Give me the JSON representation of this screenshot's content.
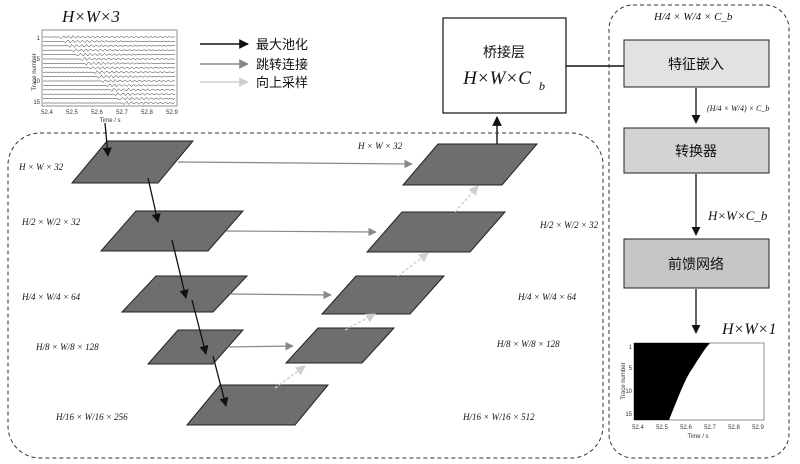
{
  "legend": {
    "max_pool": "最大池化",
    "skip": "跳转连接",
    "upsample": "向上采样"
  },
  "input": {
    "label": "H×W×3",
    "ylabel": "Trace number",
    "xlabel": "Time / s",
    "xticks": [
      "52.4",
      "52.5",
      "52.6",
      "52.7",
      "52.8",
      "52.9"
    ],
    "yticks": [
      "1",
      "5",
      "10",
      "15"
    ]
  },
  "bridge": {
    "title": "桥接层",
    "dims": "H×W×C",
    "sub": "b"
  },
  "right_panel": {
    "top_label": "H/4 × W/4 × C_b",
    "embed": "特征嵌入",
    "embed_out": "(H/4 × W/4) × C_b",
    "transformer": "转换器",
    "transformer_out": "H×W×C_b",
    "ffn": "前馈网络",
    "output_label": "H×W×1"
  },
  "output_plot": {
    "ylabel": "Trace number",
    "xlabel": "Time / s",
    "xticks": [
      "52.4",
      "52.5",
      "52.6",
      "52.7",
      "52.8",
      "52.9"
    ],
    "yticks": [
      "1",
      "5",
      "10",
      "15"
    ]
  },
  "encoder_labels": [
    "H × W × 32",
    "H/2 × W/2 × 32",
    "H/4 × W/4 × 64",
    "H/8 × W/8 × 128",
    "H/16 × W/16 × 256"
  ],
  "decoder_labels": [
    "H × W × 32",
    "H/2 × W/2 × 32",
    "H/4 × W/4 × 64",
    "H/8 × W/8 × 128",
    "H/16 × W/16 × 512"
  ]
}
